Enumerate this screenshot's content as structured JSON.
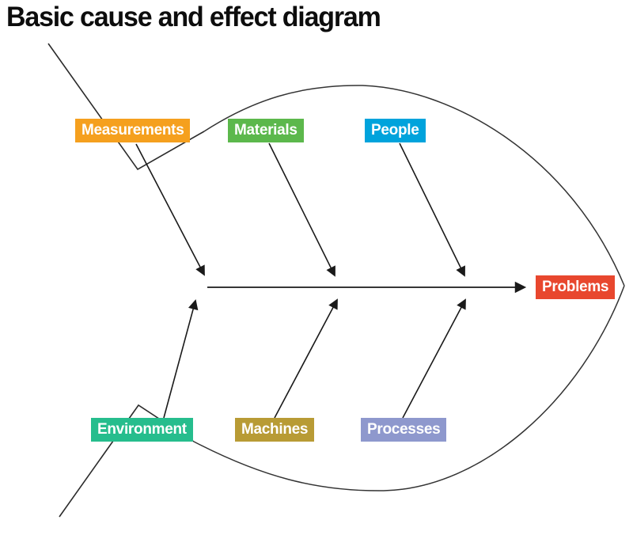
{
  "title": "Basic cause and effect diagram",
  "diagram": {
    "type": "fishbone-cause-effect",
    "causes_top": [
      {
        "label": "Measurements",
        "color": "#F5A01E"
      },
      {
        "label": "Materials",
        "color": "#5CB84C"
      },
      {
        "label": "People",
        "color": "#00A3DC"
      }
    ],
    "causes_bottom": [
      {
        "label": "Environment",
        "color": "#26BD8D"
      },
      {
        "label": "Machines",
        "color": "#B89B35"
      },
      {
        "label": "Processes",
        "color": "#8E98CD"
      }
    ],
    "effect": {
      "label": "Problems",
      "color": "#E8472E"
    },
    "line_color": "#2b2b2b"
  }
}
